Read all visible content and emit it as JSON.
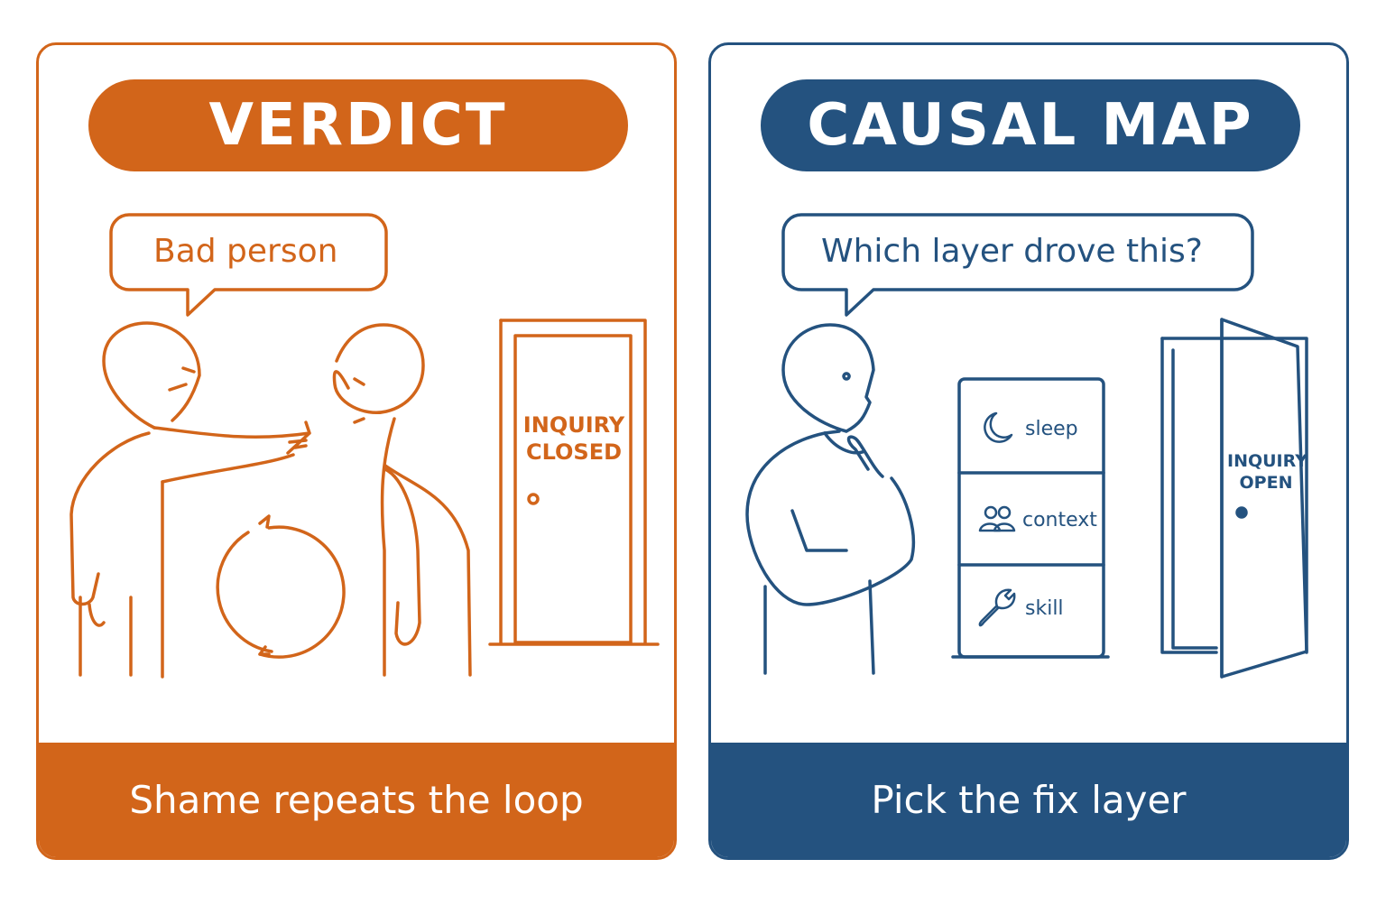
{
  "left_panel": {
    "title": "VERDICT",
    "speech": "Bad person",
    "door_label_line1": "INQUIRY",
    "door_label_line2": "CLOSED",
    "footer": "Shame repeats the loop",
    "accent_color": "#d2651a",
    "icons": [
      "speech-bubble",
      "pointing-person",
      "ashamed-person",
      "repeat-loop-arrows",
      "closed-door"
    ]
  },
  "right_panel": {
    "title": "CAUSAL MAP",
    "speech": "Which layer drove this?",
    "layers": [
      {
        "label": "sleep",
        "icon": "moon-icon"
      },
      {
        "label": "context",
        "icon": "people-icon"
      },
      {
        "label": "skill",
        "icon": "wrench-icon"
      }
    ],
    "door_label_line1": "INQUIRY",
    "door_label_line2": "OPEN",
    "footer": "Pick the fix layer",
    "accent_color": "#24527f",
    "icons": [
      "speech-bubble",
      "thinking-person",
      "layer-stack",
      "open-door"
    ]
  }
}
